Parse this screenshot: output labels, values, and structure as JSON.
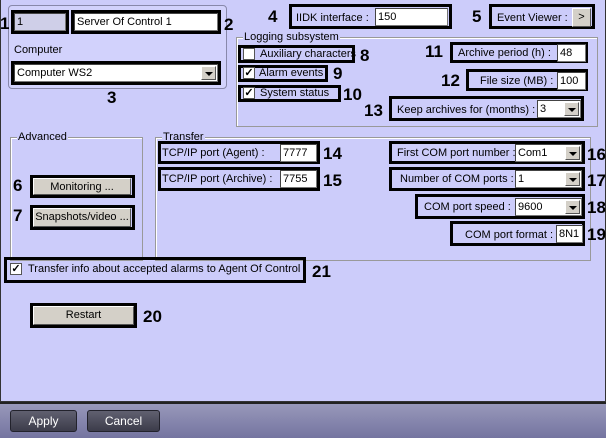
{
  "server": {
    "id": "1",
    "name": "Server Of Control 1",
    "computer_label": "Computer",
    "computer_value": "Computer WS2"
  },
  "iidk": {
    "label": "IIDK interface :",
    "value": "150"
  },
  "event_viewer": {
    "label": "Event Viewer :",
    "button": ">"
  },
  "logging": {
    "title": "Logging subsystem",
    "aux_label": "Auxiliary characters",
    "aux_checked": false,
    "alarm_label": "Alarm events",
    "alarm_checked": true,
    "status_label": "System status",
    "status_checked": true,
    "archive_period_label": "Archive period (h) :",
    "archive_period": "48",
    "file_size_label": "File size (MB) :",
    "file_size": "100",
    "keep_label": "Keep archives for (months) :",
    "keep_value": "3"
  },
  "advanced": {
    "title": "Advanced",
    "monitoring": "Monitoring ...",
    "snapshots": "Snapshots/video ..."
  },
  "transfer": {
    "title": "Transfer",
    "agent_label": "TCP/IP port (Agent) :",
    "agent_port": "7777",
    "archive_label": "TCP/IP port (Archive) :",
    "archive_port": "7755",
    "first_com_label": "First COM port number :",
    "first_com": "Com1",
    "num_com_label": "Number of COM ports :",
    "num_com": "1",
    "speed_label": "COM port speed :",
    "speed": "9600",
    "format_label": "COM port format :",
    "format": "8N1"
  },
  "transfer_alarms": {
    "label": "Transfer info about accepted alarms to Agent Of Control",
    "checked": true
  },
  "restart": "Restart",
  "footer": {
    "apply": "Apply",
    "cancel": "Cancel"
  },
  "callouts": {
    "n1": "1",
    "n2": "2",
    "n3": "3",
    "n4": "4",
    "n5": "5",
    "n6": "6",
    "n7": "7",
    "n8": "8",
    "n9": "9",
    "n10": "10",
    "n11": "11",
    "n12": "12",
    "n13": "13",
    "n14": "14",
    "n15": "15",
    "n16": "16",
    "n17": "17",
    "n18": "18",
    "n19": "19",
    "n20": "20",
    "n21": "21"
  }
}
